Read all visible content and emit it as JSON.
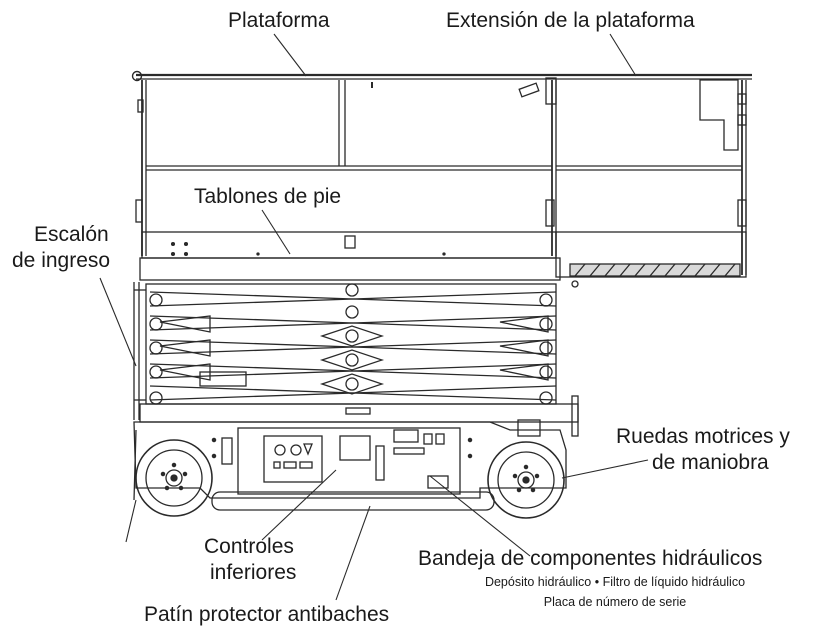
{
  "labels": {
    "platform": "Plataforma",
    "platform_extension": "Extensión de la plataforma",
    "toe_boards": "Tablones de pie",
    "entry_step_line1": "Escalón",
    "entry_step_line2": "de ingreso",
    "drive_wheels_line1": "Ruedas motrices y",
    "drive_wheels_line2": "de maniobra",
    "lower_controls_line1": "Controles",
    "lower_controls_line2": "inferiores",
    "hydraulic_tray": "Bandeja de componentes hidráulicos",
    "hydraulic_tray_sub1": "Depósito hidráulico • Filtro de líquido hidráulico",
    "hydraulic_tray_sub2": "Placa de número de serie",
    "pothole_guard": "Patín protector antibaches"
  },
  "colors": {
    "line": "#2a2a2a",
    "fill": "#ffffff",
    "shade": "#d9d9d9",
    "text": "#1a1a1a"
  }
}
